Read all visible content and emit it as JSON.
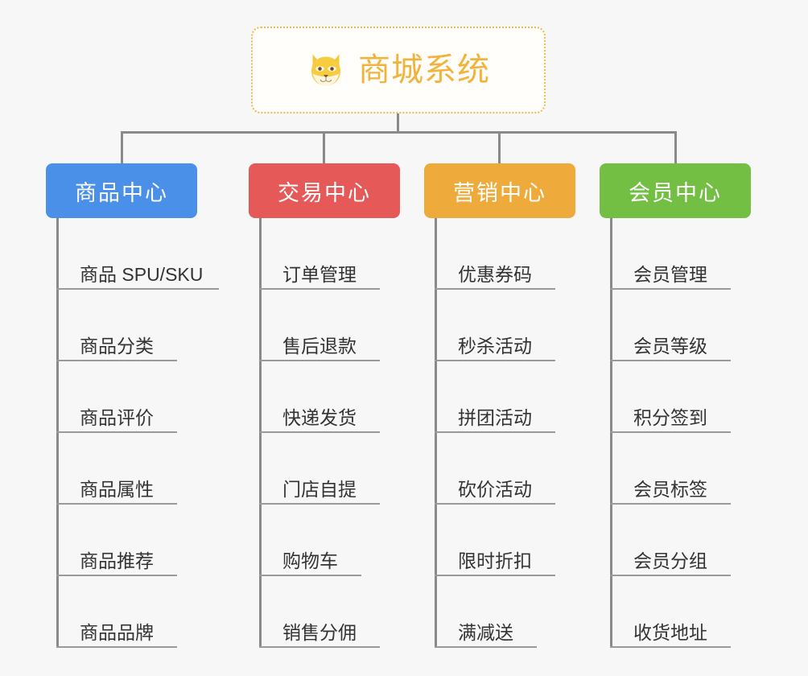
{
  "root": {
    "title": "商城系统",
    "icon": "shiba-dog-icon",
    "border_color": "#eeb94e",
    "text_color": "#f0b33c"
  },
  "connector_color": "#8a8a8a",
  "background_color": "#f7f7f7",
  "branches": [
    {
      "label": "商品中心",
      "color": "#4a90e8",
      "items": [
        "商品 SPU/SKU",
        "商品分类",
        "商品评价",
        "商品属性",
        "商品推荐",
        "商品品牌"
      ]
    },
    {
      "label": "交易中心",
      "color": "#e55a58",
      "items": [
        "订单管理",
        "售后退款",
        "快递发货",
        "门店自提",
        "购物车",
        "销售分佣"
      ]
    },
    {
      "label": "营销中心",
      "color": "#eeab3c",
      "items": [
        "优惠券码",
        "秒杀活动",
        "拼团活动",
        "砍价活动",
        "限时折扣",
        "满减送"
      ]
    },
    {
      "label": "会员中心",
      "color": "#72bf44",
      "items": [
        "会员管理",
        "会员等级",
        "积分签到",
        "会员标签",
        "会员分组",
        "收货地址"
      ]
    }
  ]
}
